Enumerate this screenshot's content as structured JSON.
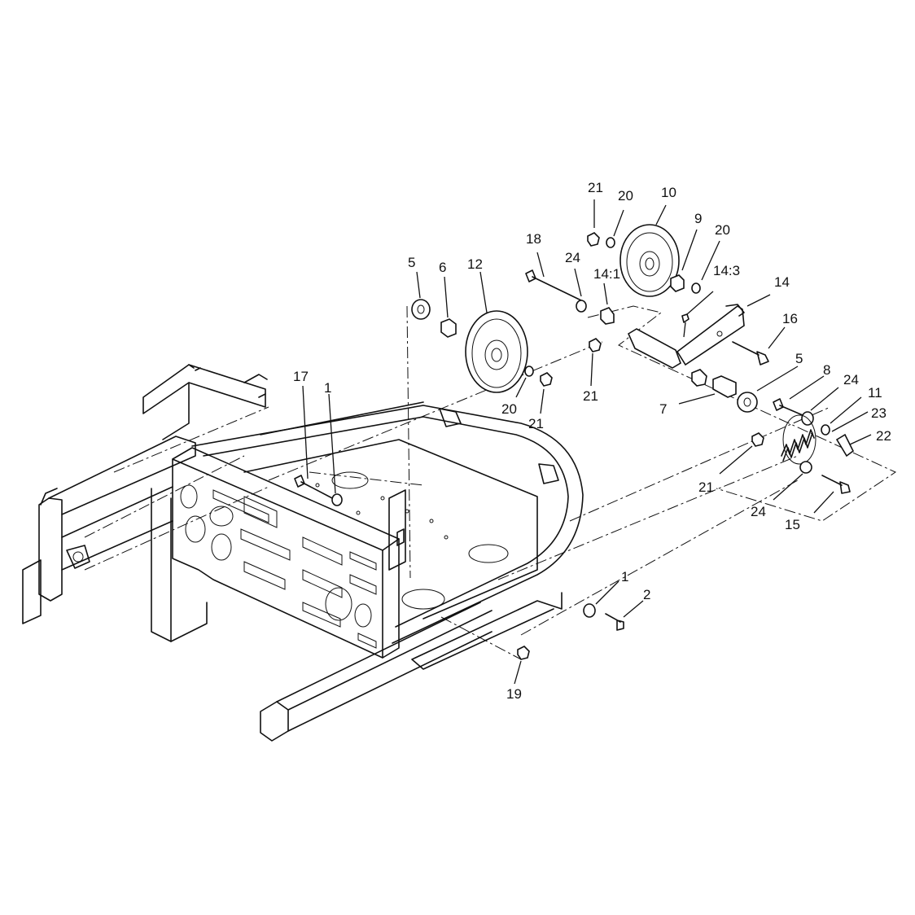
{
  "callouts": [
    {
      "id": "c21a",
      "label": "21"
    },
    {
      "id": "c20a",
      "label": "20"
    },
    {
      "id": "c10",
      "label": "10"
    },
    {
      "id": "c9",
      "label": "9"
    },
    {
      "id": "c20b",
      "label": "20"
    },
    {
      "id": "c18",
      "label": "18"
    },
    {
      "id": "c24a",
      "label": "24"
    },
    {
      "id": "c14_1",
      "label": "14:1"
    },
    {
      "id": "c14_3",
      "label": "14:3"
    },
    {
      "id": "c14",
      "label": "14"
    },
    {
      "id": "c5a",
      "label": "5"
    },
    {
      "id": "c6",
      "label": "6"
    },
    {
      "id": "c12",
      "label": "12"
    },
    {
      "id": "c16",
      "label": "16"
    },
    {
      "id": "c5b",
      "label": "5"
    },
    {
      "id": "c21b",
      "label": "21"
    },
    {
      "id": "c8",
      "label": "8"
    },
    {
      "id": "c24b",
      "label": "24"
    },
    {
      "id": "c11",
      "label": "11"
    },
    {
      "id": "c7",
      "label": "7"
    },
    {
      "id": "c23",
      "label": "23"
    },
    {
      "id": "c22",
      "label": "22"
    },
    {
      "id": "c20c",
      "label": "20"
    },
    {
      "id": "c21c",
      "label": "21"
    },
    {
      "id": "c17",
      "label": "17"
    },
    {
      "id": "c1a",
      "label": "1"
    },
    {
      "id": "c21d",
      "label": "21"
    },
    {
      "id": "c24c",
      "label": "24"
    },
    {
      "id": "c15",
      "label": "15"
    },
    {
      "id": "c1b",
      "label": "1"
    },
    {
      "id": "c2",
      "label": "2"
    },
    {
      "id": "c19",
      "label": "19"
    }
  ]
}
